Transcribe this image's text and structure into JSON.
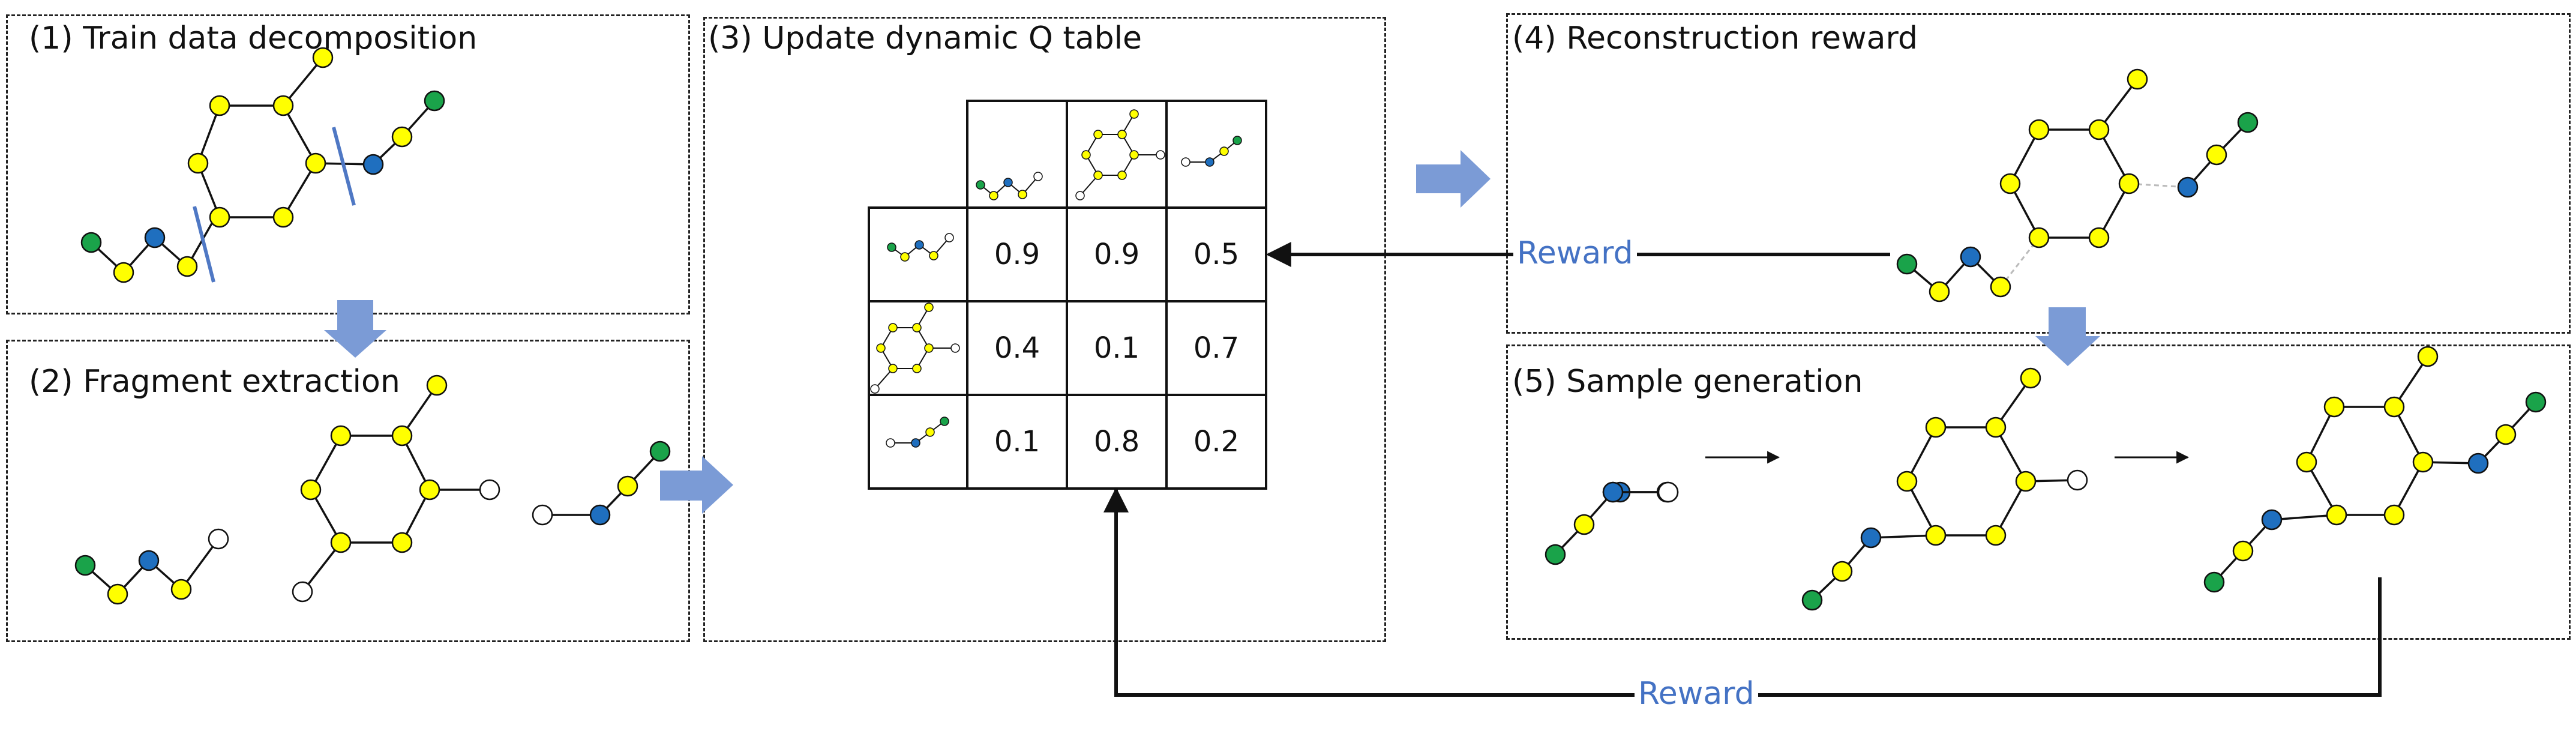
{
  "panels": {
    "p1": "(1) Train data decomposition",
    "p2": "(2) Fragment extraction",
    "p3": "(3) Update dynamic Q table",
    "p4": "(4) Reconstruction reward",
    "p5": "(5) Sample generation"
  },
  "qtable": {
    "rows": [
      [
        "0.9",
        "0.9",
        "0.5"
      ],
      [
        "0.4",
        "0.1",
        "0.7"
      ],
      [
        "0.1",
        "0.8",
        "0.2"
      ]
    ]
  },
  "reward_label_top": "Reward",
  "reward_label_bottom": "Reward",
  "colors": {
    "yellow": "#ffff00",
    "green": "#1aa34a",
    "blue": "#1f6fbf",
    "white": "#ffffff",
    "arrow": "#7b9bd6",
    "cut": "#4f78c4",
    "reward_text": "#4472c4"
  }
}
